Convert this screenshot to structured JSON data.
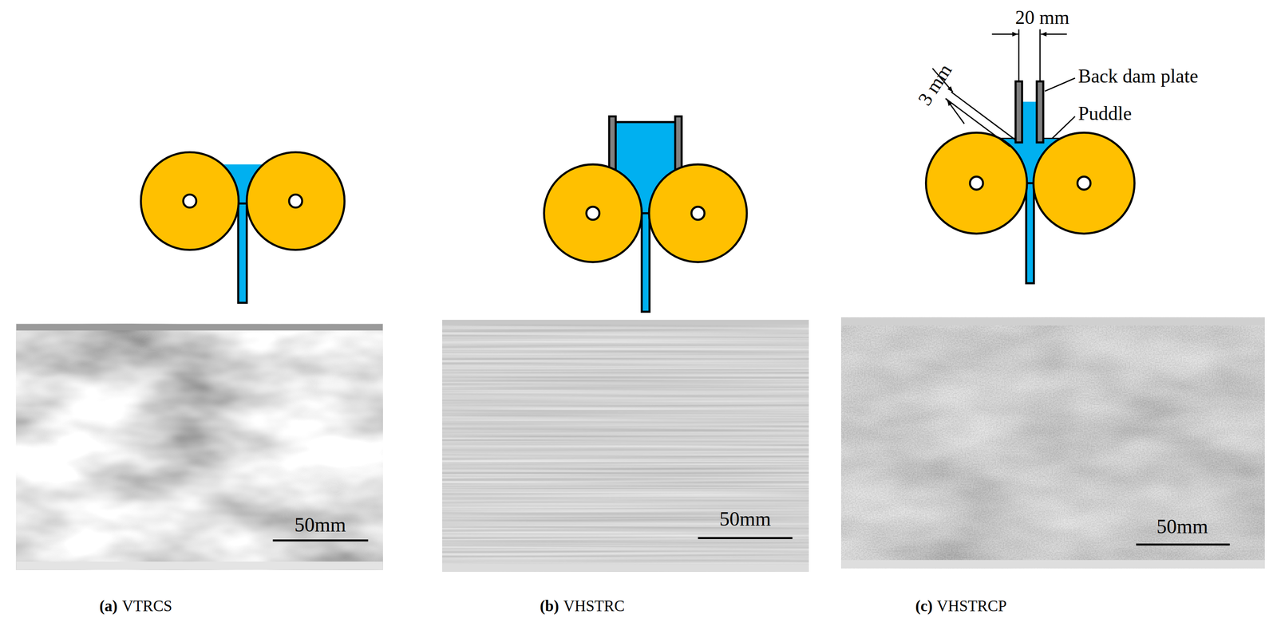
{
  "diagram": {
    "labels": [
      "20 mm",
      "Back dam plate",
      "3 mm",
      "Puddle",
      "50mm",
      "50mm",
      "50mm",
      "(a)",
      "VTRCS",
      "(b)",
      "VHSTRC",
      "(c)",
      "VHSTRCP"
    ]
  }
}
